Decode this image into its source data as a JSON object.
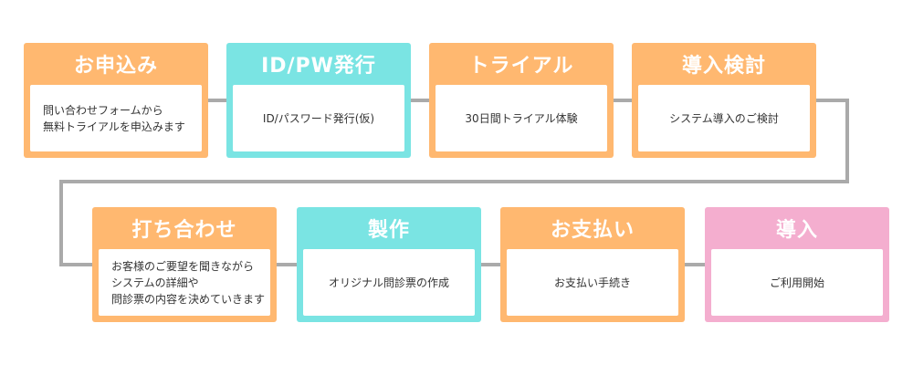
{
  "colors": {
    "orange": "#FFB870",
    "cyan": "#7AE4E3",
    "pink": "#F4AECF",
    "connector": "#AAAAAA"
  },
  "steps": [
    {
      "title": "お申込み",
      "color": "orange",
      "lines": [
        "問い合わせフォームから",
        "無料トライアルを申込みます"
      ]
    },
    {
      "title": "ID/PW発行",
      "color": "cyan",
      "lines": [
        "ID/パスワード発行(仮)"
      ]
    },
    {
      "title": "トライアル",
      "color": "orange",
      "lines": [
        "30日間トライアル体験"
      ]
    },
    {
      "title": "導入検討",
      "color": "orange",
      "lines": [
        "システム導入のご検討"
      ]
    },
    {
      "title": "打ち合わせ",
      "color": "orange",
      "lines": [
        "お客様のご要望を聞きながら",
        "システムの詳細や",
        "問診票の内容を決めていきます"
      ]
    },
    {
      "title": "製作",
      "color": "cyan",
      "lines": [
        "オリジナル問診票の作成"
      ]
    },
    {
      "title": "お支払い",
      "color": "orange",
      "lines": [
        "お支払い手続き"
      ]
    },
    {
      "title": "導入",
      "color": "pink",
      "lines": [
        "ご利用開始"
      ]
    }
  ]
}
